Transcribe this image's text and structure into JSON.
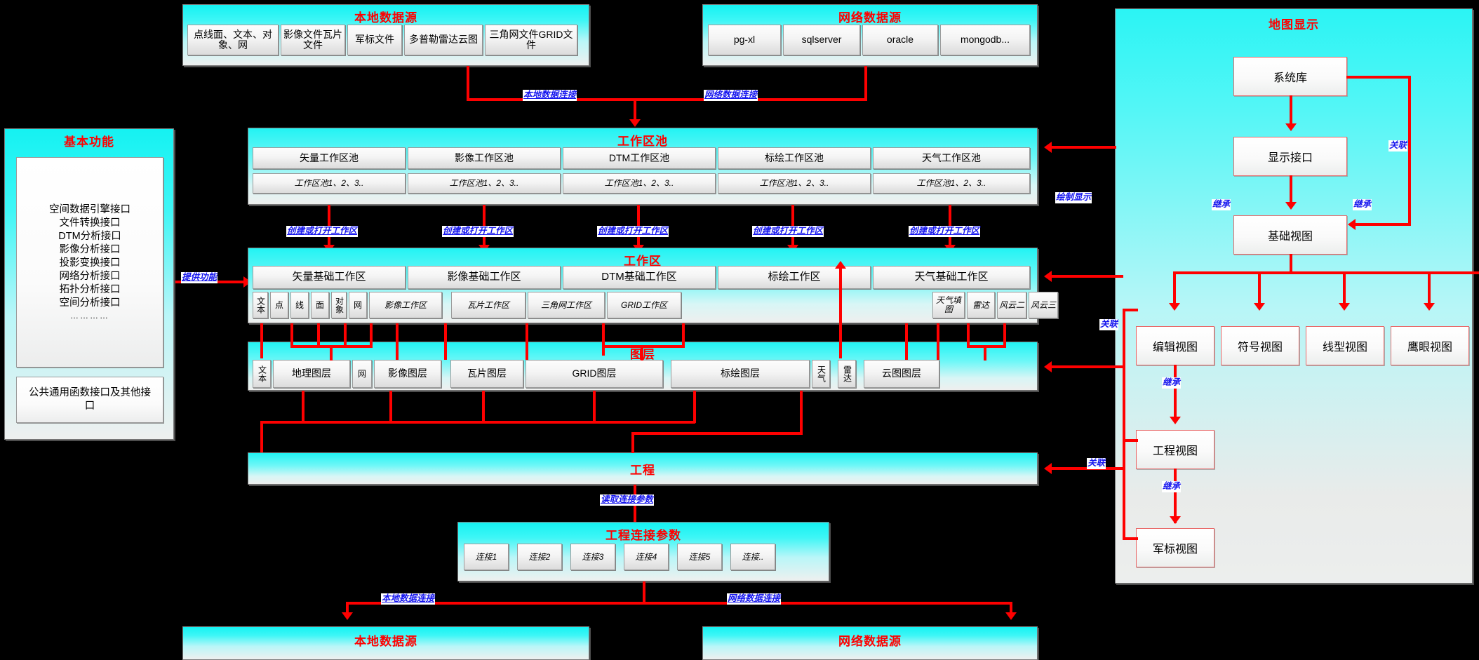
{
  "colors": {
    "accent": "#00ffff",
    "title": "#ff0000",
    "connector": "#fe0000",
    "label": "#1515ee"
  },
  "local_source_top": {
    "title": "本地数据源",
    "items": [
      "点线面、文本、对象、网",
      "影像文件瓦片文件",
      "军标文件",
      "多普勒雷达云图",
      "三角网文件GRID文件"
    ]
  },
  "net_source_top": {
    "title": "网络数据源",
    "items": [
      "pg-xl",
      "sqlserver",
      "oracle",
      "mongodb..."
    ]
  },
  "basic_functions": {
    "title": "基本功能",
    "interfaces": [
      "空间数据引擎接口",
      "文件转换接口",
      "DTM分析接口",
      "影像分析接口",
      "投影变换接口",
      "网络分析接口",
      "拓扑分析接口",
      "空间分析接口",
      "…………"
    ],
    "common": "公共通用函数接口及其他接口"
  },
  "workspace_pool": {
    "title": "工作区池",
    "pools": [
      "矢量工作区池",
      "影像工作区池",
      "DTM工作区池",
      "标绘工作区池",
      "天气工作区池"
    ],
    "sub": [
      "工作区池1、2、3..",
      "工作区池1、2、3..",
      "工作区池1、2、3..",
      "工作区池1、2、3..",
      "工作区池1、2、3.."
    ]
  },
  "workspace": {
    "title": "工作区",
    "bases": [
      "矢量基础工作区",
      "影像基础工作区",
      "DTM基础工作区",
      "标绘工作区",
      "天气基础工作区"
    ],
    "vector_items": [
      "文本",
      "点",
      "线",
      "面",
      "对象",
      "网"
    ],
    "image_items": [
      "影像工作区",
      "瓦片工作区"
    ],
    "dtm_items": [
      "三角网工作区",
      "GRID工作区"
    ],
    "weather_items": [
      "天气填图",
      "雷达",
      "风云二",
      "风云三"
    ]
  },
  "layers": {
    "title": "图层",
    "items": [
      "文本",
      "地理图层",
      "网",
      "影像图层",
      "瓦片图层",
      "GRID图层",
      "标绘图层",
      "天气",
      "雷达",
      "云图图层"
    ]
  },
  "project": {
    "title": "工程"
  },
  "project_params": {
    "title": "工程连接参数",
    "items": [
      "连接1",
      "连接2",
      "连接3",
      "连接4",
      "连接5",
      "连接.."
    ]
  },
  "local_source_bottom": {
    "title": "本地数据源"
  },
  "net_source_bottom": {
    "title": "网络数据源"
  },
  "map_display": {
    "title": "地图显示",
    "system_lib": "系统库",
    "display_interface": "显示接口",
    "base_view": "基础视图",
    "views": [
      "编辑视图",
      "符号视图",
      "线型视图",
      "鹰眼视图"
    ],
    "project_view": "工程视图",
    "symbol_view": "军标视图"
  },
  "edge_labels": {
    "local_conn": "本地数据连接",
    "net_conn": "网络数据连接",
    "create_open_ws": "创建或打开工作区",
    "provide_func": "提供功能",
    "read_params": "读取连接参数",
    "draw_display": "绘制显示",
    "associate": "关联",
    "inherit": "继承"
  }
}
